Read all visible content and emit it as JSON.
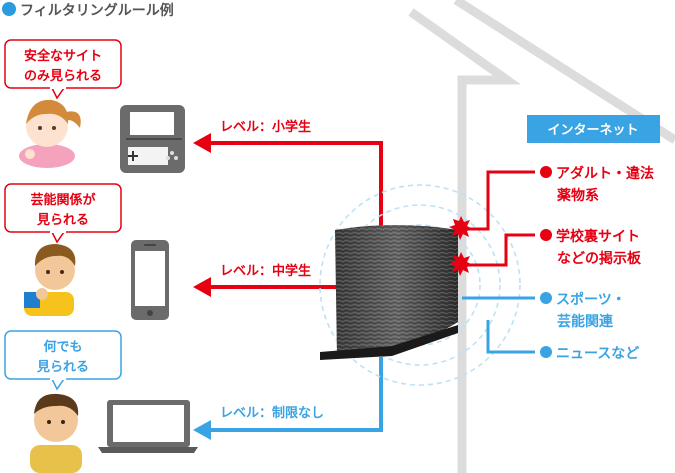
{
  "title": "フィルタリングルール例",
  "internet_label": "インターネット",
  "bubbles": {
    "child": [
      "安全なサイト",
      "のみ見られる"
    ],
    "teen": [
      "芸能関係が",
      "見られる"
    ],
    "adult": [
      "何でも",
      "見られる"
    ]
  },
  "levels": {
    "child": "レベル：小学生",
    "teen": "レベル：中学生",
    "adult": "レベル：制限なし"
  },
  "categories": {
    "adult_illegal": [
      "アダルト・違法",
      "薬物系"
    ],
    "school_board": [
      "学校裏サイト",
      "などの掲示板"
    ],
    "sports_ent": [
      "スポーツ・",
      "芸能関連"
    ],
    "news": [
      "ニュースなど"
    ]
  },
  "colors": {
    "blocked": "#e60012",
    "allowed": "#3aa3e3",
    "title_dot": "#2b9be0",
    "internet_box": "#3aa3e3",
    "bubble_red_border": "#e60012",
    "bubble_blue_border": "#3aa3e3"
  },
  "icons": {
    "title_bullet": "circle-bullet-icon",
    "child_device": "handheld-game-console-icon",
    "teen_device": "smartphone-icon",
    "adult_device": "laptop-icon",
    "router": "wifi-router-icon",
    "block": "block-burst-icon"
  }
}
